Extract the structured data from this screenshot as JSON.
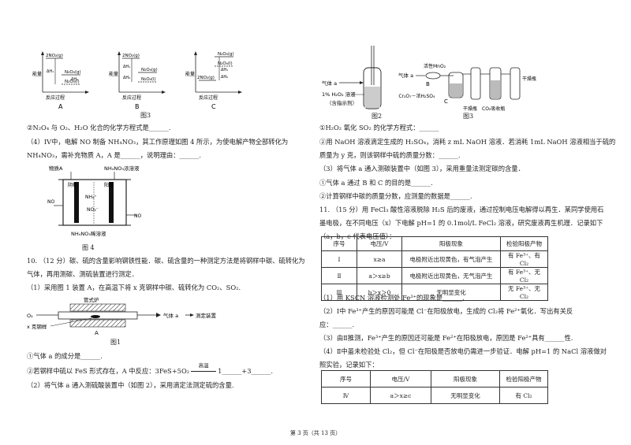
{
  "left": {
    "fig3": {
      "energy_label": "能量",
      "x_label": "反应过程",
      "A": {
        "label": "A",
        "top": "2NO₂(g)",
        "mid": "N₂O₄(g)",
        "bot": "N₂O₄(l)",
        "dh1": "ΔH₁",
        "dh2": "ΔH₂"
      },
      "B": {
        "label": "B",
        "top": "2NO₂(g)",
        "mid": "N₂O₄(g)",
        "bot": "N₂O₄(l)",
        "dh1": "ΔH₁",
        "dh2": "ΔH₂"
      },
      "C": {
        "label": "C",
        "top": "N₂O₄(g)",
        "mid": "N₂O₄(l)",
        "bot": "2NO₂(g)",
        "dh1": "ΔH₁",
        "dh2": "ΔH₂"
      },
      "caption": "图3"
    },
    "q_2": "②N₂O₄ 与 O₂、H₂O 化合的化学方程式是______.",
    "q4_line1": "（4）IV中，电解 NO 制备 NH₄NO₃，其工作原理如图 4 所示，为使电解产物全部转化为",
    "q4_line2": "NH₄NO₃，需补充物质 A，A 是______，说明理由：______.",
    "fig4": {
      "material_a": "物质A",
      "product_solution": "NH₄NO₃浓溶液",
      "cathode": "阴极",
      "anode": "阳极",
      "no_left": "NO",
      "no_right": "NO",
      "nh4": "NH₄⁺",
      "no3": "NO₃⁻",
      "bottom": "NH₄NO₃稀溶液",
      "caption": "图 4"
    },
    "q10_line1": "10.  （12 分）碳、硫的含量影响钢铁性能．碳、硫含量的一种测定方法是将钢样中碳、硫转化为",
    "q10_line2": "气体，再用测碳、测硫装置进行测定．",
    "q10_1": "（1）采用图 1 装置 A，在高温下将 x 克钢样中碳、硫转化为 CO₂、SO₂.",
    "fig1": {
      "furnace": "管式炉",
      "o2": "O₂",
      "gas_a": "气体 a",
      "device": "测定装置",
      "sample": "x 克钢样",
      "label_a": "A",
      "caption": "图1"
    },
    "q10_1a": "①气体 a 的成分是______.",
    "q10_1b_pre": "②若钢样中硫以 FeS 形式存在，A 中反应：3FeS+5O₂",
    "q10_1b_cond": "高温",
    "q10_1b_post": "1______+3______.",
    "q10_2": "（2）将气体 a 通入测硫酸装置中（如图 2），采用滴定法测定硫的含量."
  },
  "right": {
    "fig2": {
      "gas_a": "气体 a",
      "solution": "1% H₂O₂ 溶液",
      "indicator": "（含指示剂）",
      "caption": "图2"
    },
    "fig3b": {
      "gas_a": "气体 a",
      "mno2": "活性MnO₂",
      "label_b": "B",
      "label_c": "C",
      "reagent": "K₂Cr₂O₇－浓H₂SO₄",
      "dry_bottle": "干燥瓶",
      "co2_bottle": "CO₂吸收瓶",
      "dry_bottle2": "干燥瓶",
      "caption": "图3"
    },
    "q10_2a": "①H₂O₂ 氧化 SO₂ 的化学方程式：______",
    "q10_2b_line1": "②用 NaOH 溶液滴定生成的 H₂SO₄，消耗 z mL NaOH 溶液．若消耗 1mL NaOH 溶液相当于硫的",
    "q10_2b_line2": "质量为 y 克，则该钢样中硫的质量分数：______.",
    "q10_3": "（3）将气体 a 通入测碳装置中（如图 3），采用重量法测定碳的含量．",
    "q10_3a": "①气体 a 通过 B 和 C 的目的是______.",
    "q10_3b": "②计算钢样中碳的质量分数，应测量的数据是______.",
    "q11_line1": "11.  （15 分）用 FeCl₃ 酸性溶液脱除 H₂S 后的废液，通过控制电压电解得以再生．某同学使用石",
    "q11_line2": "墨电极，在不同电压（x）下电解 pH=1 的 0.1mol/L FeCl₂ 溶液，研究废液再生机理．记录如下",
    "q11_line3": "（a，b，c 代表电压值）：",
    "table1": {
      "headers": [
        "序号",
        "电压/V",
        "阳极现象",
        "检验阳极产物"
      ],
      "rows": [
        [
          "Ⅰ",
          "x≥a",
          "电极附近出现黄色，有气泡产生",
          "有 Fe³⁺、有 Cl₂"
        ],
        [
          "Ⅱ",
          "a＞x≥b",
          "电极附近出现黄色，无气泡产生",
          "有 Fe³⁺、无 Cl₂"
        ],
        [
          "Ⅲ",
          "b＞x＞0",
          "无明显变化",
          "无 Fe³⁺、无 Cl₂"
        ]
      ]
    },
    "q11_1": "（1）用 KSCN 溶液检测处 Fe³⁺的现象是______.",
    "q11_2_line1": "（2）Ⅰ中 Fe³⁺产生的原因可能是 Cl⁻在阳极放电，生成的 Cl₂将 Fe²⁺氧化．写出有关反",
    "q11_2_line2": "应：______.",
    "q11_3": "（3）由Ⅱ推测，Fe³⁺产生的原因还可能是 Fe²⁺在阳极放电，原因是 Fe²⁺具有______性.",
    "q11_4_line1": "（4）Ⅱ中虽未检验处 Cl₂，但 Cl⁻在阳极是否放电仍需进一步验证．电解 pH=1 的 NaCl 溶液做对",
    "q11_4_line2": "照实验，记录如下：",
    "table2": {
      "headers": [
        "序号",
        "电压/V",
        "阳极现象",
        "检验阳极产物"
      ],
      "rows": [
        [
          "Ⅳ",
          "a＞x≥c",
          "无明显变化",
          "有 Cl₂"
        ]
      ]
    }
  },
  "footer": "第 3 页（共 13 页）"
}
